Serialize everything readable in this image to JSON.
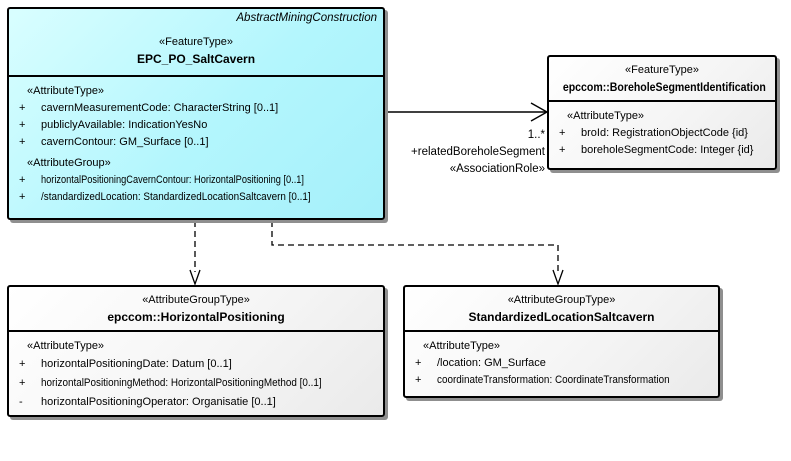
{
  "classes": [
    {
      "tag": "AbstractMiningConstruction",
      "stereotype": "«FeatureType»",
      "name": "EPC_PO_SaltCavern",
      "sections": [
        {
          "stereotype": "«AttributeType»",
          "attrs": [
            {
              "vis": "+",
              "text": "cavernMeasurementCode: CharacterString [0..1]"
            },
            {
              "vis": "+",
              "text": "publiclyAvailable: IndicationYesNo"
            },
            {
              "vis": "+",
              "text": "cavernContour: GM_Surface [0..1]"
            }
          ]
        },
        {
          "stereotype": "«AttributeGroup»",
          "attrs": [
            {
              "vis": "+",
              "text": "horizontalPositioningCavernContour: HorizontalPositioning [0..1]"
            },
            {
              "vis": "+",
              "text": "/standardizedLocation: StandardizedLocationSaltcavern [0..1]"
            }
          ]
        }
      ]
    },
    {
      "stereotype": "«FeatureType»",
      "name": "epccom::BoreholeSegmentIdentification",
      "sections": [
        {
          "stereotype": "«AttributeType»",
          "attrs": [
            {
              "vis": "+",
              "text": "broId: RegistrationObjectCode {id}"
            },
            {
              "vis": "+",
              "text": "boreholeSegmentCode: Integer {id}"
            }
          ]
        }
      ]
    },
    {
      "stereotype": "«AttributeGroupType»",
      "name": "epccom::HorizontalPositioning",
      "sections": [
        {
          "stereotype": "«AttributeType»",
          "attrs": [
            {
              "vis": "+",
              "text": "horizontalPositioningDate: Datum [0..1]"
            },
            {
              "vis": "+",
              "text": "horizontalPositioningMethod: HorizontalPositioningMethod [0..1]"
            },
            {
              "vis": "-",
              "text": "horizontalPositioningOperator: Organisatie [0..1]"
            }
          ]
        }
      ]
    },
    {
      "stereotype": "«AttributeGroupType»",
      "name": "StandardizedLocationSaltcavern",
      "sections": [
        {
          "stereotype": "«AttributeType»",
          "attrs": [
            {
              "vis": "+",
              "text": "/location: GM_Surface"
            },
            {
              "vis": "+",
              "text": "coordinateTransformation: CoordinateTransformation"
            }
          ]
        }
      ]
    }
  ],
  "association": {
    "multiplicity": "1..*",
    "role": "+relatedBoreholeSegment",
    "stereotype": "«AssociationRole»"
  },
  "colors": {
    "feature_fill": "#b3f6fd",
    "plain_fill": "#f2f2f2",
    "border": "#000000",
    "shadow": "#8f8f8f"
  }
}
